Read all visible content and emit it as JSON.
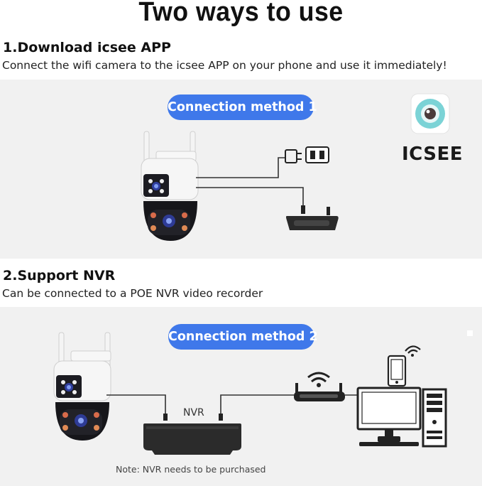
{
  "title": "Two ways to use",
  "section1": {
    "heading": "1.Download icsee APP",
    "text": "Connect the wifi camera to the icsee APP on your phone and use it immediately!",
    "badge": "Connection method 1",
    "app_name": "ICSEE",
    "icons": [
      "camera-icon",
      "power-adapter-icon",
      "power-outlet-icon",
      "power-cable-icon",
      "icsee-app-icon"
    ]
  },
  "section2": {
    "heading": "2.Support NVR",
    "text": "Can be connected to a POE NVR video recorder",
    "badge": "Connection method 2",
    "nvr_label": "NVR",
    "note": "Note: NVR needs to be purchased",
    "icons": [
      "camera-icon",
      "nvr-recorder-icon",
      "wifi-router-icon",
      "phone-icon",
      "monitor-icon",
      "pc-tower-icon",
      "wifi-signal-icon"
    ]
  },
  "colors": {
    "badge": "#3f78ea",
    "panel": "#f1f1f1",
    "app_icon": "#7bd3d6"
  }
}
